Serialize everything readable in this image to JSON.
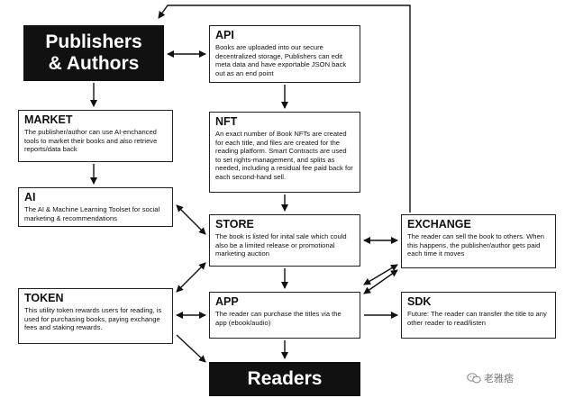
{
  "publishers": {
    "line1": "Publishers",
    "line2": "& Authors"
  },
  "readers": {
    "label": "Readers"
  },
  "api": {
    "title": "API",
    "body": "Books are uploaded into our secure decentralized storage, Publishers can edit meta data and have exportable JSON back out as an end point"
  },
  "market": {
    "title": "MARKET",
    "body": "The publisher/author can use AI-enchanced tools to market their books and also retrieve reports/data back"
  },
  "nft": {
    "title": "NFT",
    "body": "An exact number of Book NFTs are created for each title, and files are created for the reading platform. Smart Contracts are used to set rights-management, and splits as needed, including a residual fee paid back for each second-hand sell."
  },
  "ai": {
    "title": "AI",
    "body": "The AI & Machine Learning Toolset for social marketing & recommendations"
  },
  "store": {
    "title": "STORE",
    "body": "The book is listed for inital sale which could also be a limited release or promotional marketing auction"
  },
  "exchange": {
    "title": "EXCHANGE",
    "body": "The reader can sell the book to others. When this happens, the publisher/author gets paid each time it moves"
  },
  "token": {
    "title": "TOKEN",
    "body": "This utility token rewards users for reading, is used for purchasing books, paying exchange fees and staking rewards."
  },
  "app": {
    "title": "APP",
    "body": "The reader can purchase the titles via the app (ebook/audio)"
  },
  "sdk": {
    "title": "SDK",
    "body": "Future: The reader can transfer the title to any other reader to read/listen"
  },
  "watermark": {
    "text": "老雅痞",
    "icon": "wechat-icon"
  }
}
